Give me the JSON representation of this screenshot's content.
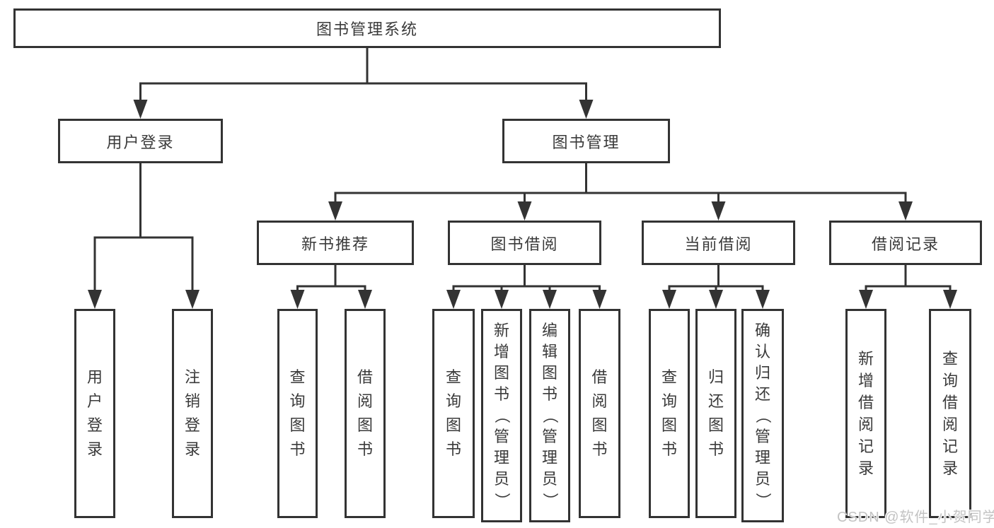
{
  "diagram": {
    "title": "图书管理系统",
    "nodes": [
      {
        "id": "root",
        "label": "图书管理系统",
        "orientation": "horizontal"
      },
      {
        "id": "user-login",
        "label": "用户登录",
        "orientation": "horizontal"
      },
      {
        "id": "book-mgmt",
        "label": "图书管理",
        "orientation": "horizontal"
      },
      {
        "id": "new-book-rec",
        "label": "新书推荐",
        "orientation": "horizontal"
      },
      {
        "id": "book-borrow",
        "label": "图书借阅",
        "orientation": "horizontal"
      },
      {
        "id": "current-borrow",
        "label": "当前借阅",
        "orientation": "horizontal"
      },
      {
        "id": "borrow-records",
        "label": "借阅记录",
        "orientation": "horizontal"
      },
      {
        "id": "leaf-user-login",
        "label": "用户登录",
        "orientation": "vertical"
      },
      {
        "id": "leaf-logout",
        "label": "注销登录",
        "orientation": "vertical"
      },
      {
        "id": "leaf-query-book-1",
        "label": "查询图书",
        "orientation": "vertical"
      },
      {
        "id": "leaf-borrow-book-1",
        "label": "借阅图书",
        "orientation": "vertical"
      },
      {
        "id": "leaf-query-book-2",
        "label": "查询图书",
        "orientation": "vertical"
      },
      {
        "id": "leaf-add-book",
        "label": "新增图书（管理员）",
        "orientation": "vertical"
      },
      {
        "id": "leaf-edit-book",
        "label": "编辑图书（管理员）",
        "orientation": "vertical"
      },
      {
        "id": "leaf-borrow-book-2",
        "label": "借阅图书",
        "orientation": "vertical"
      },
      {
        "id": "leaf-query-book-3",
        "label": "查询图书",
        "orientation": "vertical"
      },
      {
        "id": "leaf-return-book",
        "label": "归还图书",
        "orientation": "vertical"
      },
      {
        "id": "leaf-confirm-return",
        "label": "确认归还（管理员）",
        "orientation": "vertical"
      },
      {
        "id": "leaf-add-record",
        "label": "新增借阅记录",
        "orientation": "vertical"
      },
      {
        "id": "leaf-query-record",
        "label": "查询借阅记录",
        "orientation": "vertical"
      }
    ],
    "edges": [
      {
        "from": "root",
        "to": [
          "user-login",
          "book-mgmt"
        ]
      },
      {
        "from": "user-login",
        "to": [
          "leaf-user-login",
          "leaf-logout"
        ]
      },
      {
        "from": "book-mgmt",
        "to": [
          "new-book-rec",
          "book-borrow",
          "current-borrow",
          "borrow-records"
        ]
      },
      {
        "from": "new-book-rec",
        "to": [
          "leaf-query-book-1",
          "leaf-borrow-book-1"
        ]
      },
      {
        "from": "book-borrow",
        "to": [
          "leaf-query-book-2",
          "leaf-add-book",
          "leaf-edit-book",
          "leaf-borrow-book-2"
        ]
      },
      {
        "from": "current-borrow",
        "to": [
          "leaf-query-book-3",
          "leaf-return-book",
          "leaf-confirm-return"
        ]
      },
      {
        "from": "borrow-records",
        "to": [
          "leaf-add-record",
          "leaf-query-record"
        ]
      }
    ]
  },
  "colors": {
    "line": "#333333",
    "text": "#3a3a3a",
    "background": "#ffffff",
    "watermark": "#c3c3c3"
  },
  "watermark": {
    "text": "CSDN @软件_小贺同学"
  }
}
